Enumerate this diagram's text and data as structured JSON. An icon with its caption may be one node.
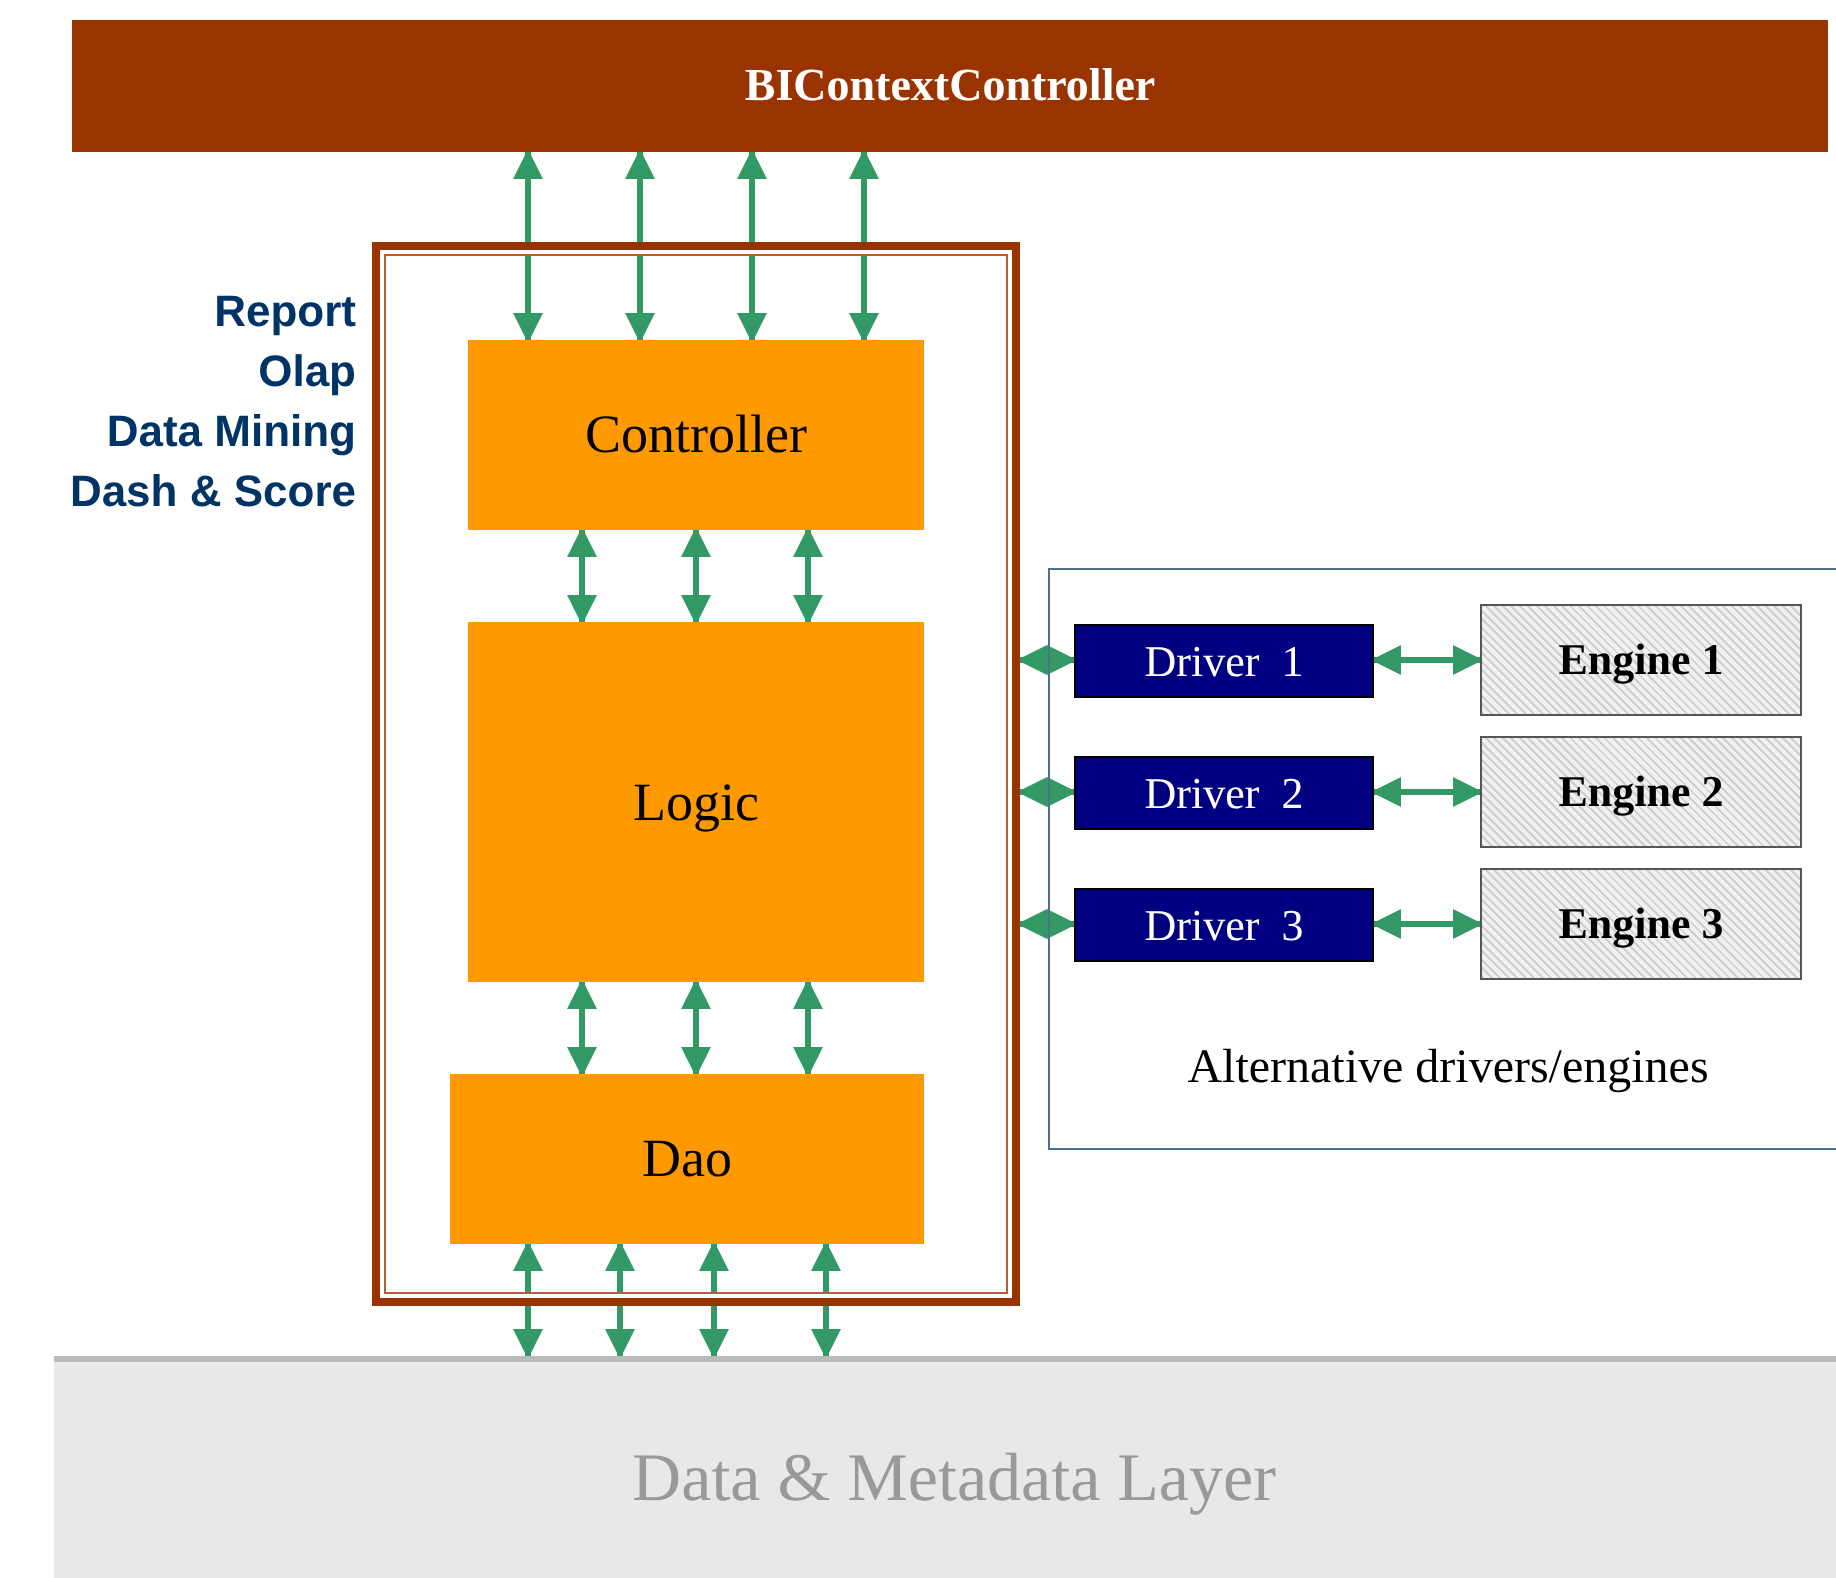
{
  "diagram": {
    "nodes": [
      {
        "text": [
          "BIContextController"
        ]
      },
      {
        "text": [],
        "shape": "box",
        "beside": [
          "Report",
          "Olap",
          "Data Mining",
          "Dash & Score"
        ]
      },
      {
        "text": [
          "Controller"
        ],
        "in": 1
      },
      {
        "text": [
          "Logic"
        ],
        "in": 1
      },
      {
        "text": [
          "Dao"
        ],
        "in": 1
      },
      {
        "text": [
          "Alternative drivers/engines"
        ]
      },
      {
        "text": [
          "Driver  1"
        ],
        "in": 5
      },
      {
        "text": [
          "Engine 1"
        ],
        "in": 5
      },
      {
        "text": [
          "Driver  2"
        ],
        "in": 5
      },
      {
        "text": [
          "Engine 2"
        ],
        "in": 5
      },
      {
        "text": [
          "Driver  3"
        ],
        "in": 5
      },
      {
        "text": [
          "Engine 3"
        ],
        "in": 5
      },
      {
        "text": [
          "Data & Metadata Layer"
        ]
      }
    ],
    "edges": [
      {
        "from": 0,
        "to": 2,
        "arrow": "both"
      },
      {
        "from": 0,
        "to": 2,
        "arrow": "both"
      },
      {
        "from": 0,
        "to": 2,
        "arrow": "both"
      },
      {
        "from": 0,
        "to": 2,
        "arrow": "both"
      },
      {
        "from": 2,
        "to": 3,
        "arrow": "both"
      },
      {
        "from": 2,
        "to": 3,
        "arrow": "both"
      },
      {
        "from": 2,
        "to": 3,
        "arrow": "both"
      },
      {
        "from": 3,
        "to": 4,
        "arrow": "both"
      },
      {
        "from": 3,
        "to": 4,
        "arrow": "both"
      },
      {
        "from": 3,
        "to": 4,
        "arrow": "both"
      },
      {
        "from": 4,
        "to": 12,
        "arrow": "both"
      },
      {
        "from": 4,
        "to": 12,
        "arrow": "both"
      },
      {
        "from": 4,
        "to": 12,
        "arrow": "both"
      },
      {
        "from": 4,
        "to": 12,
        "arrow": "both"
      },
      {
        "from": 1,
        "to": 6,
        "arrow": "both"
      },
      {
        "from": 1,
        "to": 8,
        "arrow": "both"
      },
      {
        "from": 1,
        "to": 10,
        "arrow": "both"
      },
      {
        "from": 6,
        "to": 7,
        "arrow": "both"
      },
      {
        "from": 8,
        "to": 9,
        "arrow": "both"
      },
      {
        "from": 10,
        "to": 11,
        "arrow": "both"
      }
    ]
  }
}
